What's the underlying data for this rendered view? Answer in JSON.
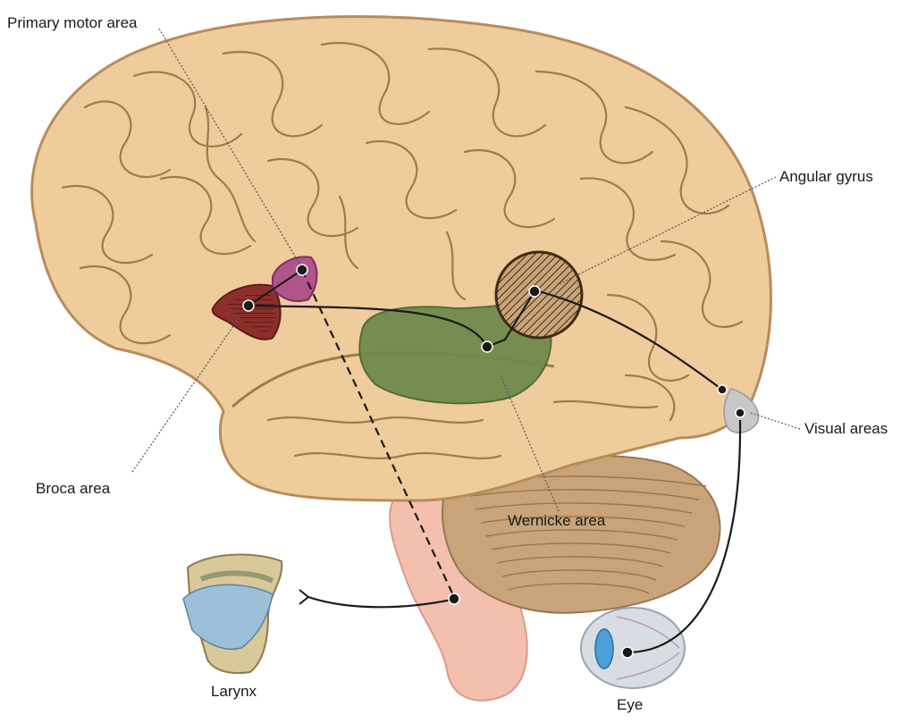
{
  "labels": {
    "primary_motor": "Primary motor area",
    "angular_gyrus": "Angular gyrus",
    "visual_areas": "Visual areas",
    "broca": "Broca area",
    "wernicke": "Wernicke area",
    "larynx": "Larynx",
    "eye": "Eye"
  },
  "colors": {
    "cortex": "#efcc9c",
    "cortex_outline": "#b88c5a",
    "sulcus": "#a27a4b",
    "wernicke": "#6f8a4e",
    "broca": "#8c2f2a",
    "motor": "#b0558a",
    "angular": "#6b4b2a",
    "visual": "#c8c8c8",
    "cerebellum": "#c9a47a",
    "brainstem": "#f3c0b0",
    "larynx": "#9cc0d8",
    "eye": "#d8dde4"
  }
}
